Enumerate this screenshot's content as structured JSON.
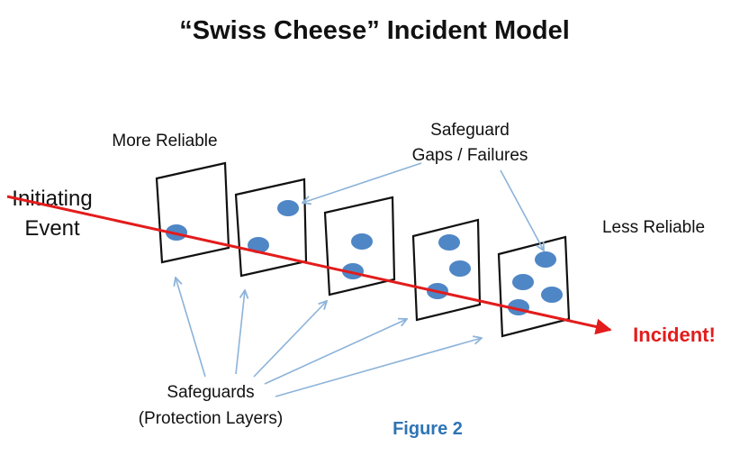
{
  "title": "“Swiss Cheese” Incident Model",
  "labels": {
    "more_reliable": "More Reliable",
    "less_reliable": "Less Reliable",
    "gaps_line1": "Safeguard",
    "gaps_line2": "Gaps / Failures",
    "initiating_line1": "Initiating",
    "initiating_line2": "Event",
    "incident": "Incident!",
    "safeguards_line1": "Safeguards",
    "safeguards_line2": "(Protection Layers)",
    "figure": "Figure 2"
  },
  "colors": {
    "incident_arrow": "#e31c1c",
    "hole": "#4f86c6",
    "pointer": "#8cb3d9",
    "figure_label": "#2e74b5"
  },
  "layers": [
    {
      "holes": 1
    },
    {
      "holes": 2
    },
    {
      "holes": 2
    },
    {
      "holes": 3
    },
    {
      "holes": 4
    }
  ]
}
